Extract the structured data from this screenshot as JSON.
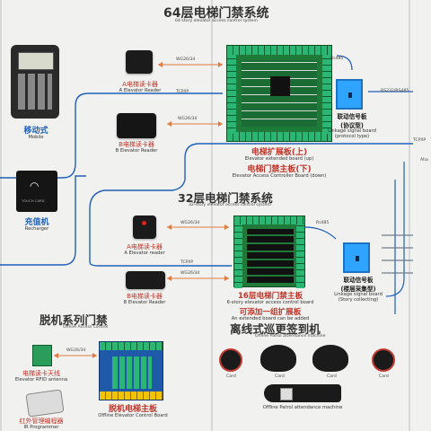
{
  "colors": {
    "background": "#f1f2f0",
    "network_line": "#1e5fb8",
    "wiegand_line": "#e07a3e",
    "board_green": "#1f7a3a",
    "linkage_blue": "#2fa4ff",
    "heading_text": "#333333",
    "label_red": "#c0352a"
  },
  "sections": {
    "top": {
      "title_cn": "64层电梯门禁系统",
      "title_en": "64-story elevator access control system",
      "reader_a_cn": "A电梯读卡器",
      "reader_a_en": "A Elevator Reader",
      "reader_b_cn": "B电梯读卡器",
      "reader_b_en": "B Elevator Reader",
      "wg_a": "WG26/34",
      "wg_b": "WG26/34",
      "tcp_ip": "TCP/IP",
      "rs485": "Rs485",
      "rs485_right": "RS232/RS485",
      "linkage_cn": "联动信号板",
      "linkage_cn2": "(协议型)",
      "linkage_en": "Linkage signal board",
      "linkage_en2": "(protocol type)",
      "board_up_cn": "电梯扩展板(上)",
      "board_up_en": "Elevator extended  board (up)",
      "board_down_cn": "电梯门禁主板(下)",
      "board_down_en": "Elevator Access Controller Board (down)"
    },
    "left": {
      "mobile_cn": "移动式",
      "mobile_en": "Mobile",
      "recharger_cn": "充值机",
      "recharger_en": "Recharger",
      "reader_screen_text": "TOUCH CARD"
    },
    "middle": {
      "title_cn": "32层电梯门禁系统",
      "title_en": "32-story elevator access control system",
      "reader_a_cn": "A电梯读卡器",
      "reader_a_en": "A Elevator reader",
      "reader_b_cn": "B电梯读卡器",
      "reader_b_en": "B Elevator Reader",
      "wg_a": "WG26/34",
      "wg_b": "WG26/34",
      "tcp_ip": "TCP/IP",
      "rs485": "Rs485",
      "linkage_cn": "联动信号板",
      "linkage_cn2": "(楼层采集型)",
      "linkage_en": "Linkage signal board",
      "linkage_en2": "(Story collecting)",
      "board_cn": "16层电梯门禁主板",
      "board_cn2": "可添加一组扩展板",
      "board_en": "6-story elevator access control board",
      "board_en2": "An extended board can be added"
    },
    "offline": {
      "title_cn": "脱机系列门禁",
      "title_en": "Offline Access Control",
      "antenna_cn": "电梯读卡天线",
      "antenna_en": "Elevator RFID antenna",
      "ir_cn": "红外管理编程器",
      "ir_en": "IR Programmer",
      "wg_small": "WG26/34",
      "board_cn": "脱机电梯主板",
      "board_en": "Offline Elevator Control Board"
    },
    "patrol": {
      "title_cn": "离线式巡更签到机",
      "title_en": "Offline Patrol attendance machine",
      "card_labels": [
        "Card",
        "Card",
        "Card",
        "Card"
      ],
      "machine_en": "Offline Patrol attendance machine"
    },
    "right_edge": {
      "tcp": "TCP/IP",
      "cut": "Aha"
    }
  }
}
